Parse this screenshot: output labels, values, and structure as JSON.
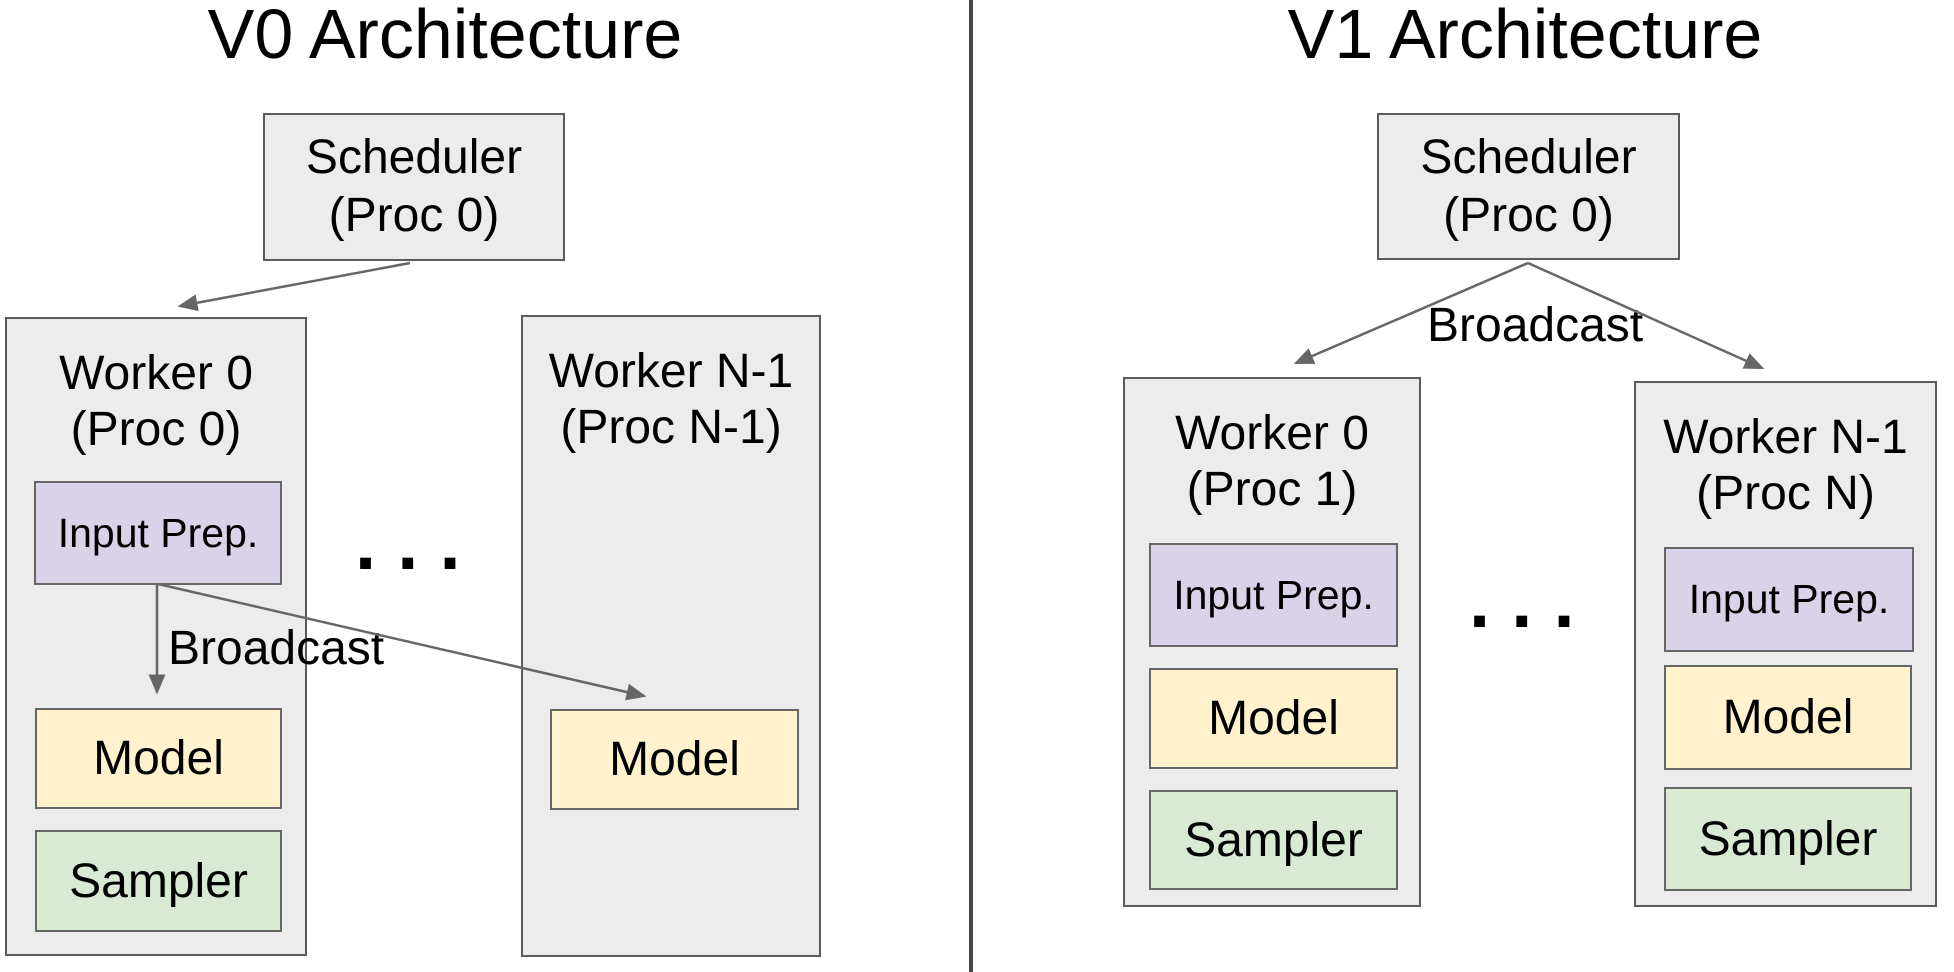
{
  "colors": {
    "box_grey": "#ececec",
    "border_dark": "#5b5b5b",
    "border_inner": "#666666",
    "purple": "#d9d2e9",
    "yellow": "#fff2cc",
    "green": "#d9ead3",
    "line": "#666666",
    "divider": "#474747",
    "text": "#000000"
  },
  "diagrams": {
    "v0": {
      "title": "V0 Architecture",
      "scheduler": {
        "name": "Scheduler",
        "proc": "(Proc 0)"
      },
      "broadcast_label": "Broadcast",
      "ellipsis": ". . .",
      "worker0": {
        "name": "Worker 0",
        "proc": "(Proc 0)",
        "components": {
          "input_prep": "Input Prep.",
          "model": "Model",
          "sampler": "Sampler"
        }
      },
      "workerN": {
        "name": "Worker N-1",
        "proc": "(Proc N-1)",
        "components": {
          "model": "Model"
        }
      }
    },
    "v1": {
      "title": "V1 Architecture",
      "scheduler": {
        "name": "Scheduler",
        "proc": "(Proc 0)"
      },
      "broadcast_label": "Broadcast",
      "ellipsis": ". . .",
      "worker0": {
        "name": "Worker 0",
        "proc": "(Proc 1)",
        "components": {
          "input_prep": "Input Prep.",
          "model": "Model",
          "sampler": "Sampler"
        }
      },
      "workerN": {
        "name": "Worker N-1",
        "proc": "(Proc N)",
        "components": {
          "input_prep": "Input Prep.",
          "model": "Model",
          "sampler": "Sampler"
        }
      }
    }
  }
}
